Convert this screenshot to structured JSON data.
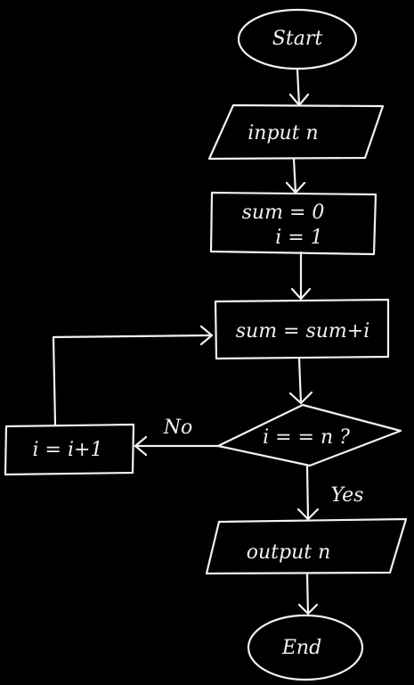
{
  "flowchart": {
    "start": "Start",
    "input": "input  n",
    "init_line1": "sum = 0",
    "init_line2": "i = 1",
    "accumulate": "sum = sum+i",
    "condition": "i = = n ?",
    "increment": "i = i+1",
    "no_label": "No",
    "yes_label": "Yes",
    "output": "output  n",
    "end": "End"
  },
  "colors": {
    "background": "#000000",
    "ink": "#f2f2f2"
  }
}
